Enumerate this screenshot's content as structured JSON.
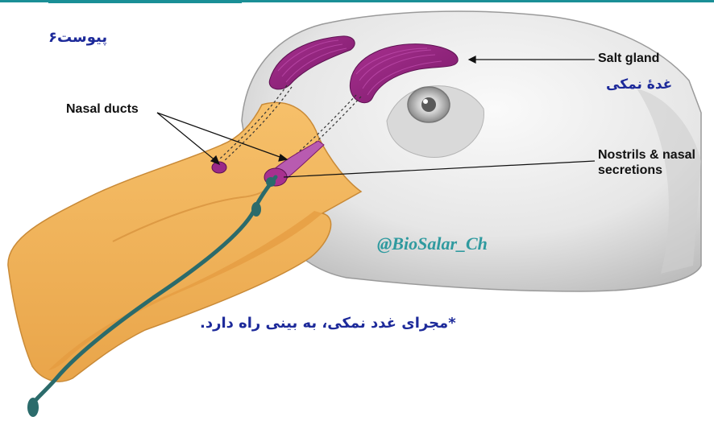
{
  "labels": {
    "appendix": "پیوست۶",
    "salt_gland": "Salt gland",
    "salt_gland_fa": "غدۀ نمکی",
    "nasal_ducts": "Nasal ducts",
    "nostrils_line1": "Nostrils & nasal",
    "nostrils_line2": "secretions",
    "watermark": "@BioSalar_Ch",
    "caption_fa": "*مجرای غدد نمکی، به بینی راه دارد."
  },
  "colors": {
    "head": "#e6e6e6",
    "beak": "#f2b25a",
    "gland": "#8e1f7d",
    "duct_fluid": "#2b6b6b",
    "label_text": "#111111",
    "persian_text": "#1d2a9a",
    "watermark": "#2f9a9f",
    "top_border": "#1a8f96"
  }
}
